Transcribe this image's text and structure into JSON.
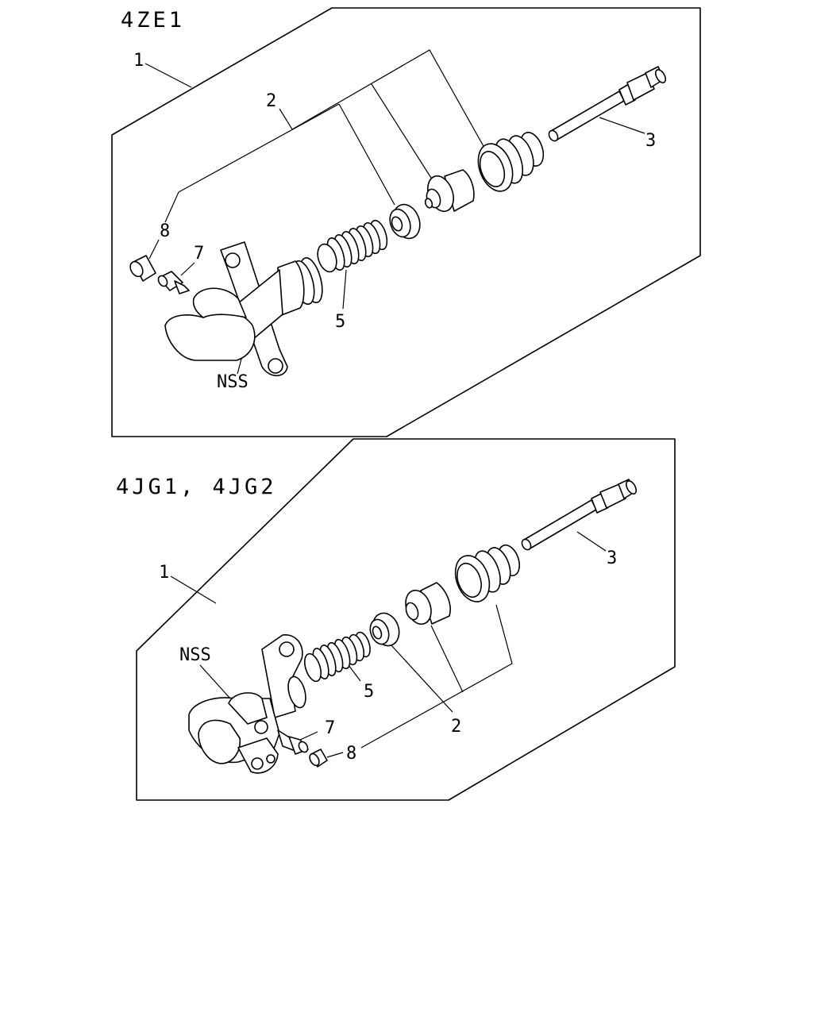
{
  "top_view": {
    "title": "4ZE1",
    "callouts": {
      "c1": "1",
      "c2": "2",
      "c3": "3",
      "c5": "5",
      "c7": "7",
      "c8": "8",
      "nss": "NSS"
    }
  },
  "bottom_view": {
    "title": "4JG1, 4JG2",
    "callouts": {
      "c1": "1",
      "c2": "2",
      "c3": "3",
      "c5": "5",
      "c7": "7",
      "c8": "8",
      "nss": "NSS"
    }
  }
}
